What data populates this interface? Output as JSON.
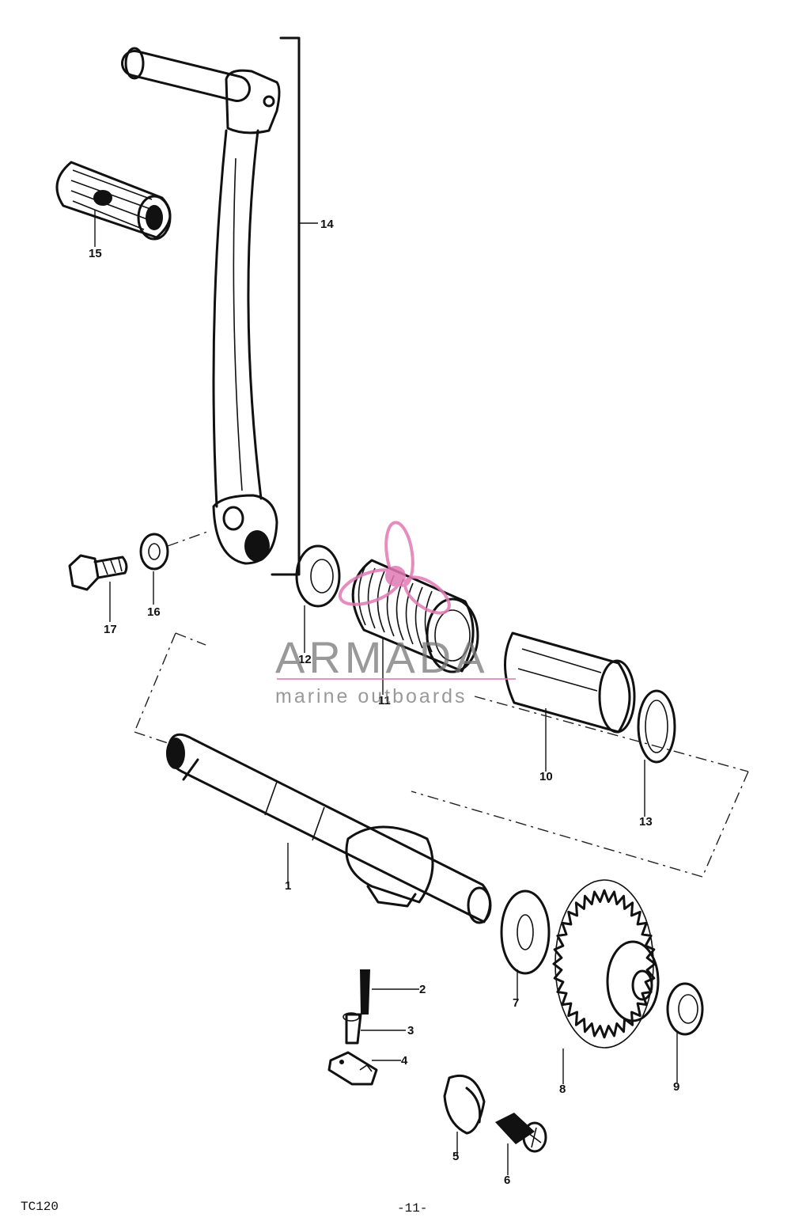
{
  "part_labels": {
    "p1": "1",
    "p2": "2",
    "p3": "3",
    "p4": "4",
    "p5": "5",
    "p6": "6",
    "p7": "7",
    "p8": "8",
    "p9": "9",
    "p10": "10",
    "p11": "11",
    "p12": "12",
    "p13": "13",
    "p14": "14",
    "p15": "15",
    "p16": "16",
    "p17": "17"
  },
  "watermark": {
    "brand": "ARMADA",
    "tagline": "marine outboards"
  },
  "footer": {
    "code": "TC120",
    "page": "-11-"
  },
  "colors": {
    "ink": "#111111",
    "watermark_pink": "#e27ab4",
    "watermark_gray": "#777777"
  }
}
